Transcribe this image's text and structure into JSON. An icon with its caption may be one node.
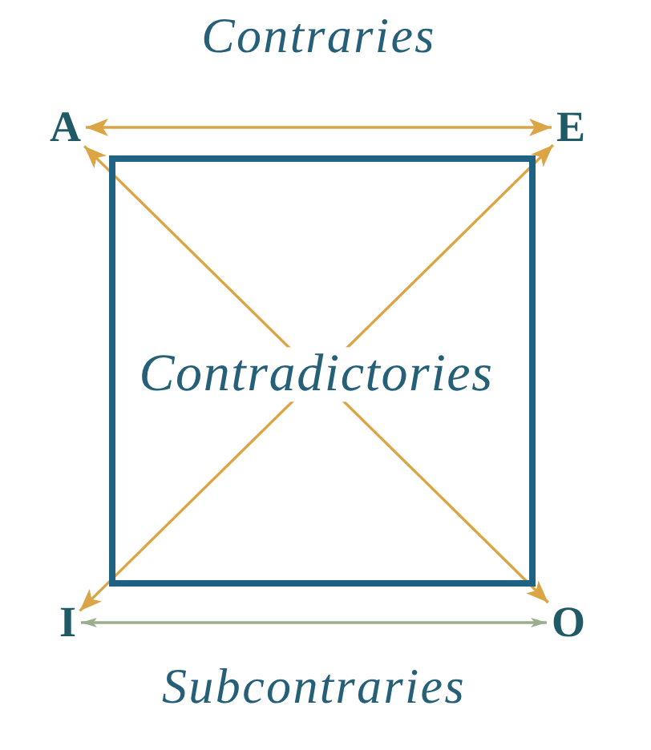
{
  "diagram": {
    "nodes": [
      {
        "text": [
          "A"
        ]
      },
      {
        "text": [
          "E"
        ]
      },
      {
        "text": [
          "I"
        ]
      },
      {
        "text": [
          "O"
        ]
      }
    ],
    "edges": [
      {
        "from": 0,
        "to": 1,
        "arrow": "both",
        "label": "Contraries"
      },
      {
        "from": 0,
        "to": 3,
        "arrow": "both",
        "label": "Contradictories"
      },
      {
        "from": 1,
        "to": 2,
        "arrow": "both"
      },
      {
        "from": 2,
        "to": 3,
        "arrow": "both",
        "label": "Subcontraries",
        "color": "#9aae8c"
      }
    ]
  }
}
